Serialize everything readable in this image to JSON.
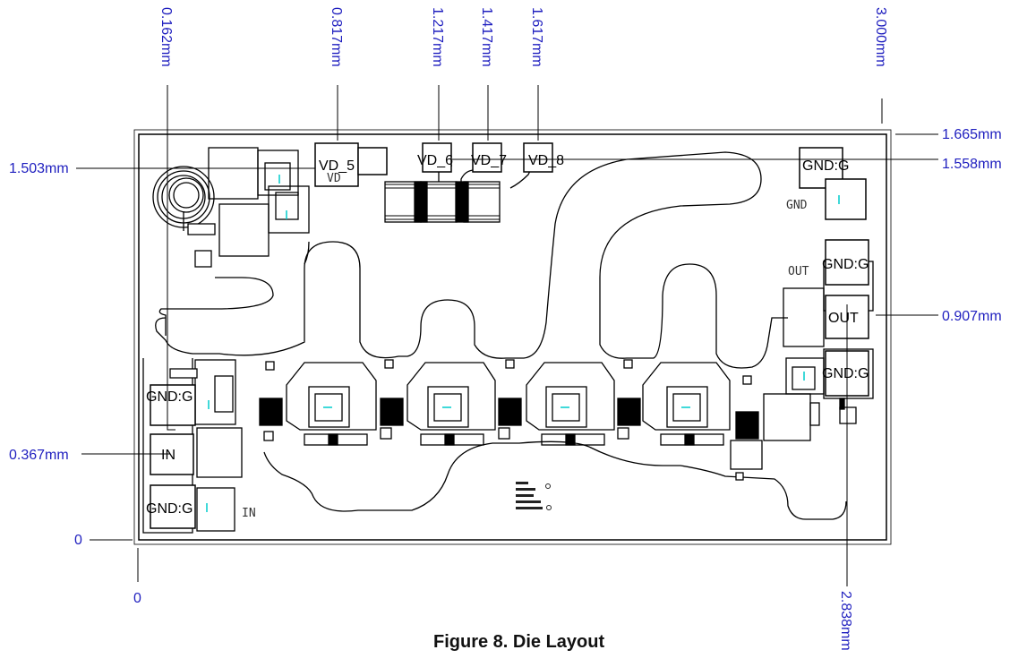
{
  "figure": {
    "caption": "Figure 8. Die Layout",
    "dimension_labels": {
      "x_0162": "0.162mm",
      "x_0817": "0.817mm",
      "x_1217": "1.217mm",
      "x_1417": "1.417mm",
      "x_1617": "1.617mm",
      "x_3000": "3.000mm",
      "y_1665": "1.665mm",
      "y_1503": "1.503mm",
      "y_1558": "1.558mm",
      "y_0907": "0.907mm",
      "y_0367": "0.367mm",
      "y_origin": "0",
      "x_origin": "0",
      "x_2838": "2.838mm"
    },
    "pad_labels": {
      "vd5": "VD_5",
      "vd6": "VD_6",
      "vd7": "VD_7",
      "vd8": "VD_8",
      "gnd_top": "GND:G",
      "gnd_out_upper": "GND:G",
      "out": "OUT",
      "gnd_out_lower": "GND:G",
      "gnd_in_upper": "GND:G",
      "in": "IN",
      "gnd_in_lower": "GND:G"
    },
    "die_markings": {
      "vd": "VD",
      "gnd": "GND",
      "out": "OUT",
      "in": "IN"
    },
    "colors": {
      "dimension": "#1f1fbf",
      "outline": "#000000",
      "accent": "#00cccc"
    }
  }
}
